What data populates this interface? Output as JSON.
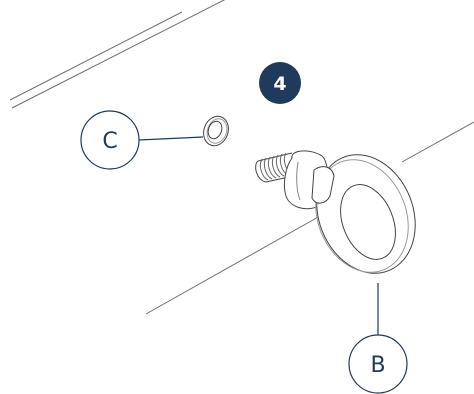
{
  "step": {
    "number": "4",
    "badge_color": "#1f3a5a"
  },
  "callouts": {
    "washer": {
      "label": "C"
    },
    "eyebolt": {
      "label": "B"
    }
  },
  "colors": {
    "line": "#6e6e6e",
    "callout_stroke": "#1f3a5a",
    "callout_text": "#1f3a5a"
  }
}
